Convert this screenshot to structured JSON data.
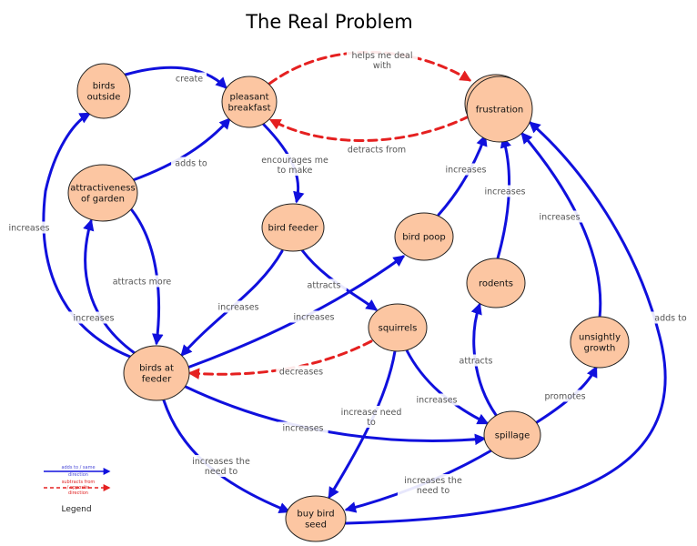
{
  "title": "The Real Problem",
  "colors": {
    "node_fill": "#fcc6a2",
    "node_stroke": "#222222",
    "positive": "#1010dd",
    "negative": "#e52020"
  },
  "nodes": [
    {
      "id": "birds-outside",
      "lines": [
        "birds",
        "outside"
      ]
    },
    {
      "id": "pleasant-breakfast",
      "lines": [
        "pleasant",
        "breakfast"
      ]
    },
    {
      "id": "frustration",
      "lines": [
        "frustration"
      ]
    },
    {
      "id": "attractiveness-of-garden",
      "lines": [
        "attractiveness",
        "of garden"
      ]
    },
    {
      "id": "bird-feeder",
      "lines": [
        "bird feeder"
      ]
    },
    {
      "id": "bird-poop",
      "lines": [
        "bird poop"
      ]
    },
    {
      "id": "rodents",
      "lines": [
        "rodents"
      ]
    },
    {
      "id": "squirrels",
      "lines": [
        "squirrels"
      ]
    },
    {
      "id": "unsightly-growth",
      "lines": [
        "unsightly",
        "growth"
      ]
    },
    {
      "id": "birds-at-feeder",
      "lines": [
        "birds at",
        "feeder"
      ]
    },
    {
      "id": "spillage",
      "lines": [
        "spillage"
      ]
    },
    {
      "id": "buy-bird-seed",
      "lines": [
        "buy bird",
        "seed"
      ]
    }
  ],
  "edges": [
    {
      "id": "birds-outside-to-pleasant-breakfast",
      "polarity": "positive",
      "lines": [
        "create"
      ]
    },
    {
      "id": "pleasant-breakfast-to-frustration",
      "polarity": "negative",
      "lines": [
        "helps me deal",
        "with"
      ]
    },
    {
      "id": "frustration-to-pleasant-breakfast",
      "polarity": "negative",
      "lines": [
        "detracts from"
      ]
    },
    {
      "id": "attractiveness-to-pleasant-breakfast",
      "polarity": "positive",
      "lines": [
        "adds to"
      ]
    },
    {
      "id": "pleasant-breakfast-to-bird-feeder",
      "polarity": "positive",
      "lines": [
        "encourages me",
        "to make"
      ]
    },
    {
      "id": "bird-poop-to-frustration",
      "polarity": "positive",
      "lines": [
        "increases"
      ]
    },
    {
      "id": "rodents-to-frustration",
      "polarity": "positive",
      "lines": [
        "increases"
      ]
    },
    {
      "id": "unsightly-growth-to-frustration",
      "polarity": "positive",
      "lines": [
        "increases"
      ]
    },
    {
      "id": "buy-bird-seed-to-frustration",
      "polarity": "positive",
      "lines": [
        "adds to"
      ]
    },
    {
      "id": "birds-at-feeder-to-birds-outside",
      "polarity": "positive",
      "lines": [
        "increases"
      ]
    },
    {
      "id": "attractiveness-to-birds-at-feeder",
      "polarity": "positive",
      "lines": [
        "attracts more"
      ]
    },
    {
      "id": "birds-at-feeder-to-attractiveness",
      "polarity": "positive",
      "lines": [
        "increases"
      ]
    },
    {
      "id": "bird-feeder-to-birds-at-feeder",
      "polarity": "positive",
      "lines": [
        "increases"
      ]
    },
    {
      "id": "bird-feeder-to-squirrels",
      "polarity": "positive",
      "lines": [
        "attracts"
      ]
    },
    {
      "id": "birds-at-feeder-to-bird-poop",
      "polarity": "positive",
      "lines": [
        "increases"
      ]
    },
    {
      "id": "squirrels-to-birds-at-feeder",
      "polarity": "negative",
      "lines": [
        "decreases"
      ]
    },
    {
      "id": "squirrels-to-buy-bird-seed",
      "polarity": "positive",
      "lines": [
        "increase need",
        "to"
      ]
    },
    {
      "id": "squirrels-to-spillage",
      "polarity": "positive",
      "lines": [
        "increases"
      ]
    },
    {
      "id": "birds-at-feeder-to-spillage",
      "polarity": "positive",
      "lines": [
        "increases"
      ]
    },
    {
      "id": "birds-at-feeder-to-buy-bird-seed",
      "polarity": "positive",
      "lines": [
        "increases the",
        "need to"
      ]
    },
    {
      "id": "spillage-to-rodents",
      "polarity": "positive",
      "lines": [
        "attracts"
      ]
    },
    {
      "id": "spillage-to-unsightly-growth",
      "polarity": "positive",
      "lines": [
        "promotes"
      ]
    },
    {
      "id": "spillage-to-buy-bird-seed",
      "polarity": "positive",
      "lines": [
        "increases the",
        "need to"
      ]
    }
  ],
  "legend": {
    "positive_lines": [
      "adds to / same",
      "direction"
    ],
    "negative_lines": [
      "subtracts from",
      "/ opposite",
      "direction"
    ],
    "title": "Legend"
  }
}
